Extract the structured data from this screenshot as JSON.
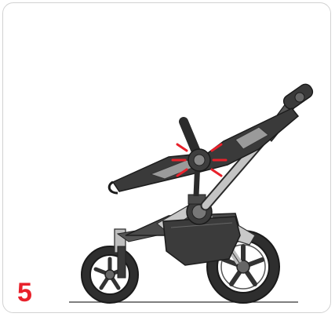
{
  "instruction": {
    "step_number": "5",
    "step_color": "#e8212b"
  },
  "illustration": {
    "subject": "stroller",
    "highlight_color": "#e8212b",
    "icons": [
      "stroller-illustration",
      "click-highlight-icon"
    ]
  }
}
